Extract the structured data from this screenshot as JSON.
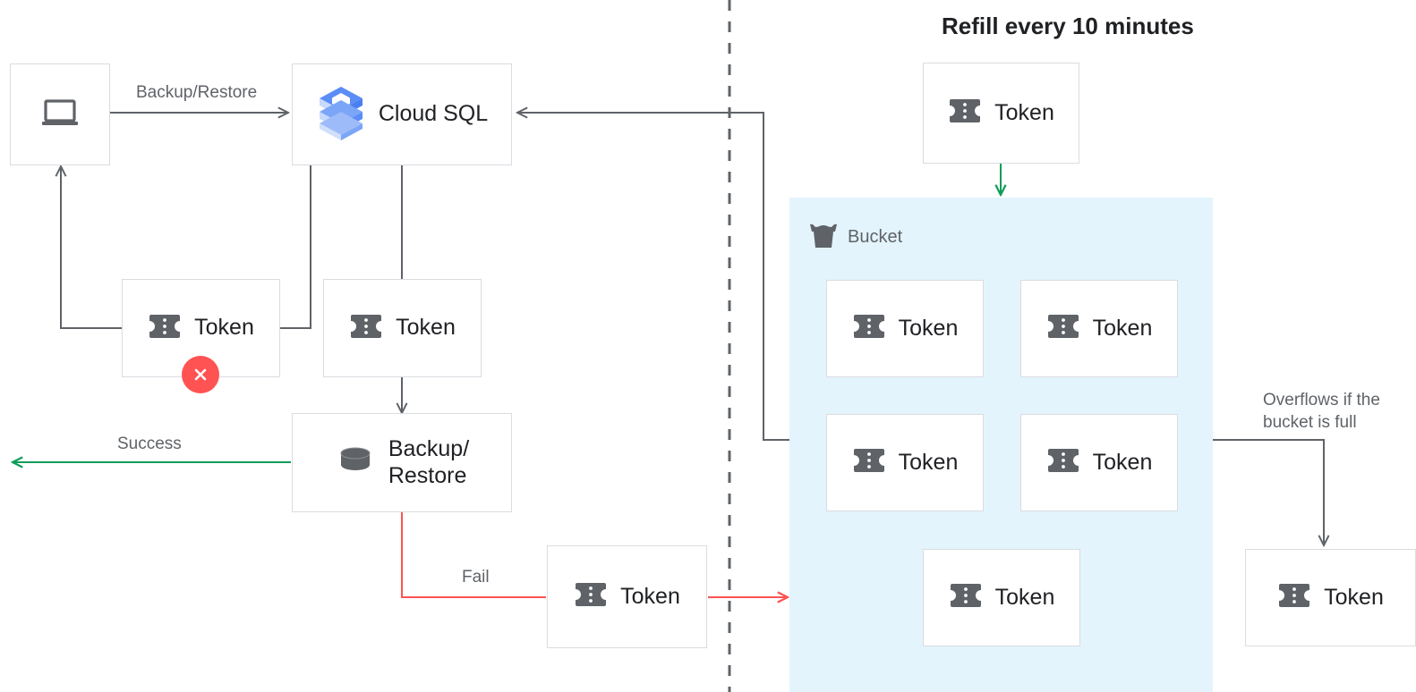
{
  "title": "Refill every 10 minutes",
  "colors": {
    "stroke_dark": "#5f6368",
    "stroke_green": "#0f9d58",
    "stroke_red": "#ff5252",
    "bucket_fill": "#e3f4fd",
    "box_border": "#dadce0",
    "icon_gray": "#5f6368",
    "badge_red": "#ff5252",
    "text_dark": "#202124",
    "text_muted": "#5f6368",
    "cloudsql_blue_dark": "#4285f4",
    "cloudsql_blue_mid": "#a8c7fa",
    "cloudsql_blue_light": "#c6dafc"
  },
  "nodes": {
    "client": {
      "label": "",
      "icon": "laptop-icon"
    },
    "cloud_sql": {
      "label": "Cloud SQL",
      "icon": "cloud-sql-icon"
    },
    "token_failed": {
      "label": "Token",
      "icon": "token-icon",
      "badge": "error-x-badge"
    },
    "token_consumed": {
      "label": "Token",
      "icon": "token-icon"
    },
    "backup_restore": {
      "label": "Backup/\nRestore",
      "icon": "database-icon"
    },
    "token_fail_path": {
      "label": "Token",
      "icon": "token-icon"
    },
    "token_refill": {
      "label": "Token",
      "icon": "token-icon"
    },
    "token_overflow": {
      "label": "Token",
      "icon": "token-icon"
    }
  },
  "bucket": {
    "title": "Bucket",
    "icon": "bucket-icon",
    "tokens": [
      {
        "label": "Token",
        "icon": "token-icon"
      },
      {
        "label": "Token",
        "icon": "token-icon"
      },
      {
        "label": "Token",
        "icon": "token-icon"
      },
      {
        "label": "Token",
        "icon": "token-icon"
      },
      {
        "label": "Token",
        "icon": "token-icon"
      }
    ]
  },
  "edges": {
    "backup_restore_label": "Backup/Restore",
    "success_label": "Success",
    "fail_label": "Fail",
    "overflow_label": "Overflows if the\nbucket is full"
  }
}
